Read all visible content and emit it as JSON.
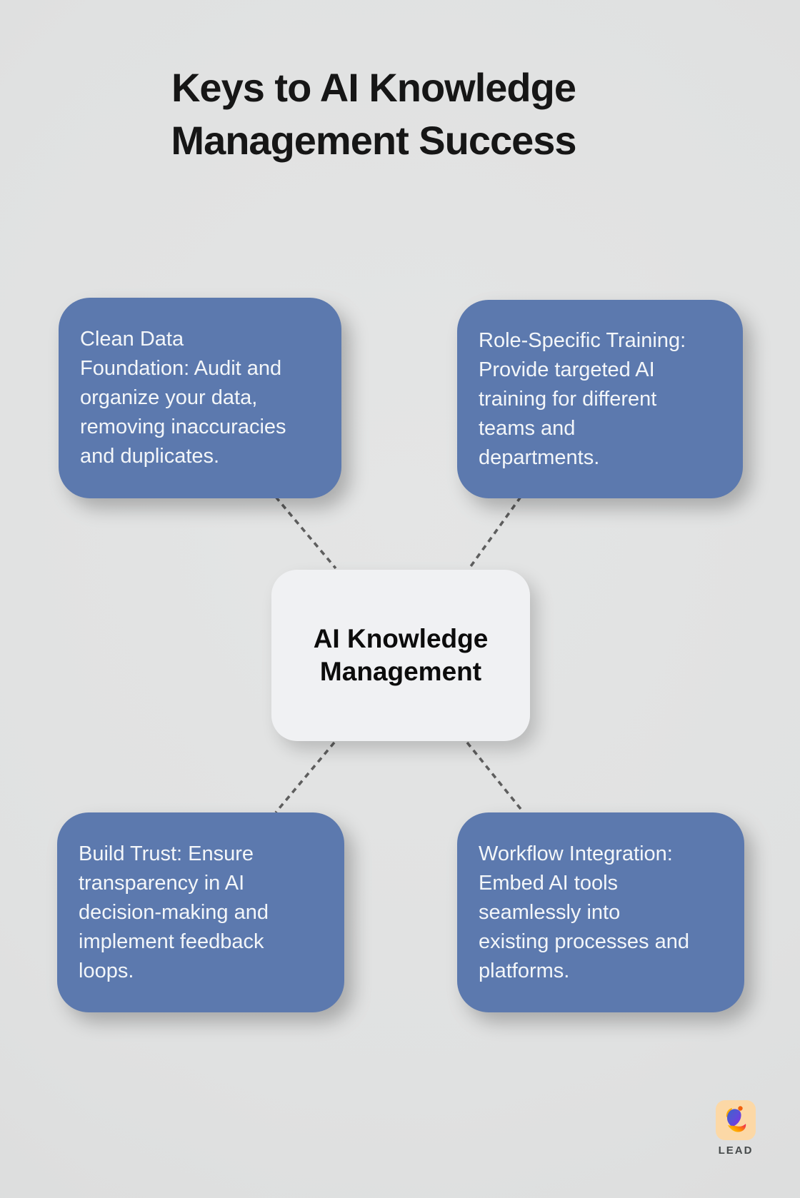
{
  "title": "Keys to AI Knowledge\nManagement Success",
  "center": {
    "label": "AI Knowledge\nManagement"
  },
  "cards": [
    {
      "id": "clean-data-foundation",
      "text": "Clean Data\nFoundation: Audit and\norganize your data,\nremoving inaccuracies\nand duplicates."
    },
    {
      "id": "role-specific-training",
      "text": "Role-Specific Training:\nProvide targeted AI\ntraining for different\nteams and\ndepartments."
    },
    {
      "id": "build-trust",
      "text": "Build Trust: Ensure\ntransparency in AI\ndecision-making and\nimplement feedback\nloops."
    },
    {
      "id": "workflow-integration",
      "text": "Workflow Integration:\nEmbed AI tools\nseamlessly into\nexisting processes and\nplatforms."
    }
  ],
  "logo": {
    "brand": "LEAD"
  },
  "colors": {
    "background": "#e0e1e1",
    "card_blue": "#5c79ae",
    "card_text": "#f3f6f9",
    "center_bg": "#f0f1f3",
    "title_text": "#161616",
    "connector": "#5e5e5e",
    "logo_bg": "#fcd8a6",
    "brand_text": "#45494a"
  }
}
